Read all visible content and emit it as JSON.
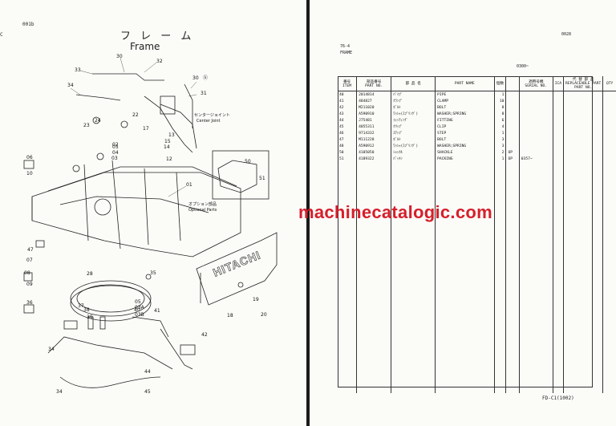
{
  "left_page": {
    "page_code": "001b",
    "title_jp": "フ レ ー ム",
    "title_en": "Frame",
    "labels": {
      "center_joint_jp": "センタージョイント",
      "center_joint_en": "Center Joint",
      "option_jp": "オプション部品",
      "option_en": "Optional Parts",
      "hitachi": "HITACHI"
    },
    "callouts": [
      "30",
      "32",
      "33",
      "31",
      "30",
      "31",
      "34",
      "23",
      "24",
      "22",
      "17",
      "15",
      "14",
      "02",
      "01",
      "13",
      "05",
      "04",
      "03",
      "12",
      "06",
      "10",
      "47",
      "07",
      "08",
      "28",
      "35",
      "09",
      "36",
      "37",
      "38",
      "39",
      "40",
      "41",
      "42",
      "19",
      "20",
      "18",
      "05",
      "03A",
      "03B",
      "50",
      "51",
      "44",
      "45"
    ]
  },
  "right_page": {
    "page_ref": "76-4",
    "section": "FRAME",
    "code": "0028",
    "serial_header": "0300~",
    "columns": {
      "item_jp": "番号",
      "item_en": "ITEM",
      "part_no_jp": "部品番号",
      "part_no_en": "PART NO.",
      "name_jp": "部 品 名",
      "name_en": "PART NAME",
      "qty_jp": "個数",
      "serial_jp": "適用号機",
      "serial_en": "SERIAL NO.",
      "ica": "ICA",
      "replaceable_jp": "代 替 部 品",
      "replaceable_en": "REPLACEABLE PART",
      "rep_part_no": "PART NO.",
      "rep_qty": "QTY"
    },
    "rows": [
      {
        "item": "40",
        "part": "2014814",
        "jp": "ﾊﾟｲﾌﾟ",
        "name": "PIPE",
        "qty": "1",
        "serial": "",
        "mark": ""
      },
      {
        "item": "41",
        "part": "484827",
        "jp": "ｸﾗﾝﾌﾟ",
        "name": "CLAMP",
        "qty": "10",
        "serial": "",
        "mark": ""
      },
      {
        "item": "42",
        "part": "M211020",
        "jp": "ﾎﾞﾙﾄ",
        "name": "BOLT",
        "qty": "8",
        "serial": "",
        "mark": ""
      },
      {
        "item": "43",
        "part": "A590910",
        "jp": "ﾜｯｼｬ(ｽﾌﾟﾘﾝｸﾞ)",
        "name": "WASHER;SPRING",
        "qty": "8",
        "serial": "",
        "mark": ""
      },
      {
        "item": "44",
        "part": "J75481",
        "jp": "ﾌｨｯﾃｨﾝｸﾞ",
        "name": "FITTING",
        "qty": "6",
        "serial": "",
        "mark": ""
      },
      {
        "item": "45",
        "part": "4055311",
        "jp": "ｸﾘｯﾌﾟ",
        "name": "CLIP",
        "qty": "4",
        "serial": "",
        "mark": ""
      },
      {
        "item": "46",
        "part": "9714332",
        "jp": "ｽﾃｯﾌﾟ",
        "name": "STEP",
        "qty": "1",
        "serial": "",
        "mark": ""
      },
      {
        "item": "47",
        "part": "M111228",
        "jp": "ﾎﾞﾙﾄ",
        "name": "BOLT",
        "qty": "3",
        "serial": "",
        "mark": ""
      },
      {
        "item": "48",
        "part": "A590912",
        "jp": "ﾜｯｼｬ(ｽﾌﾟﾘﾝｸﾞ)",
        "name": "WASHER;SPRING",
        "qty": "3",
        "serial": "",
        "mark": ""
      },
      {
        "item": "50",
        "part": "4105050",
        "jp": "ｼｬｯｸﾙ",
        "name": "SHACKLE",
        "qty": "2",
        "serial": "",
        "mark": "OP"
      },
      {
        "item": "51",
        "part": "4189322",
        "jp": "ﾊﾟｯｷﾝ",
        "name": "PACKING",
        "qty": "1",
        "serial": "0357~",
        "mark": "OP"
      }
    ],
    "footer": "FD-C1(1002)"
  },
  "watermark": "machinecatalogic.com"
}
